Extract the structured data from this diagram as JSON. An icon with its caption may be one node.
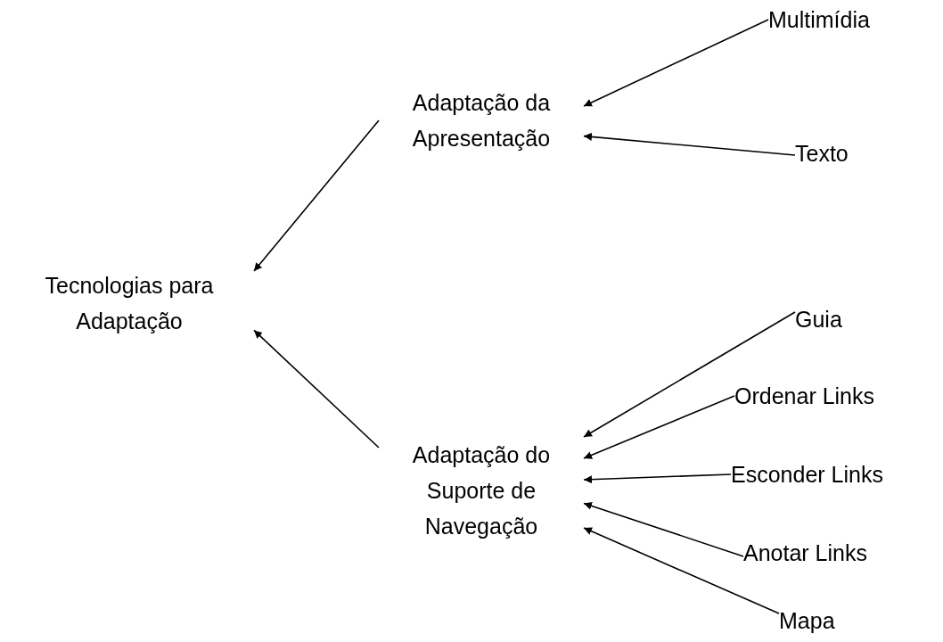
{
  "diagram": {
    "nodes": [
      {
        "text": [
          "Tecnologias para Adaptação"
        ]
      },
      {
        "text": [
          "Adaptação da Apresentação"
        ]
      },
      {
        "text": [
          "Multimídia"
        ]
      },
      {
        "text": [
          "Texto"
        ]
      },
      {
        "text": [
          "Adaptação do Suporte de Navegação"
        ]
      },
      {
        "text": [
          "Guia"
        ]
      },
      {
        "text": [
          "Ordenar Links"
        ]
      },
      {
        "text": [
          "Esconder Links"
        ]
      },
      {
        "text": [
          "Anotar Links"
        ]
      },
      {
        "text": [
          "Mapa"
        ]
      }
    ],
    "edges": [
      {
        "from": 1,
        "to": 0,
        "arrow": "to"
      },
      {
        "from": 4,
        "to": 0,
        "arrow": "to"
      },
      {
        "from": 2,
        "to": 1,
        "arrow": "to"
      },
      {
        "from": 3,
        "to": 1,
        "arrow": "to"
      },
      {
        "from": 5,
        "to": 4,
        "arrow": "to"
      },
      {
        "from": 6,
        "to": 4,
        "arrow": "to"
      },
      {
        "from": 7,
        "to": 4,
        "arrow": "to"
      },
      {
        "from": 8,
        "to": 4,
        "arrow": "to"
      },
      {
        "from": 9,
        "to": 4,
        "arrow": "to"
      }
    ]
  }
}
